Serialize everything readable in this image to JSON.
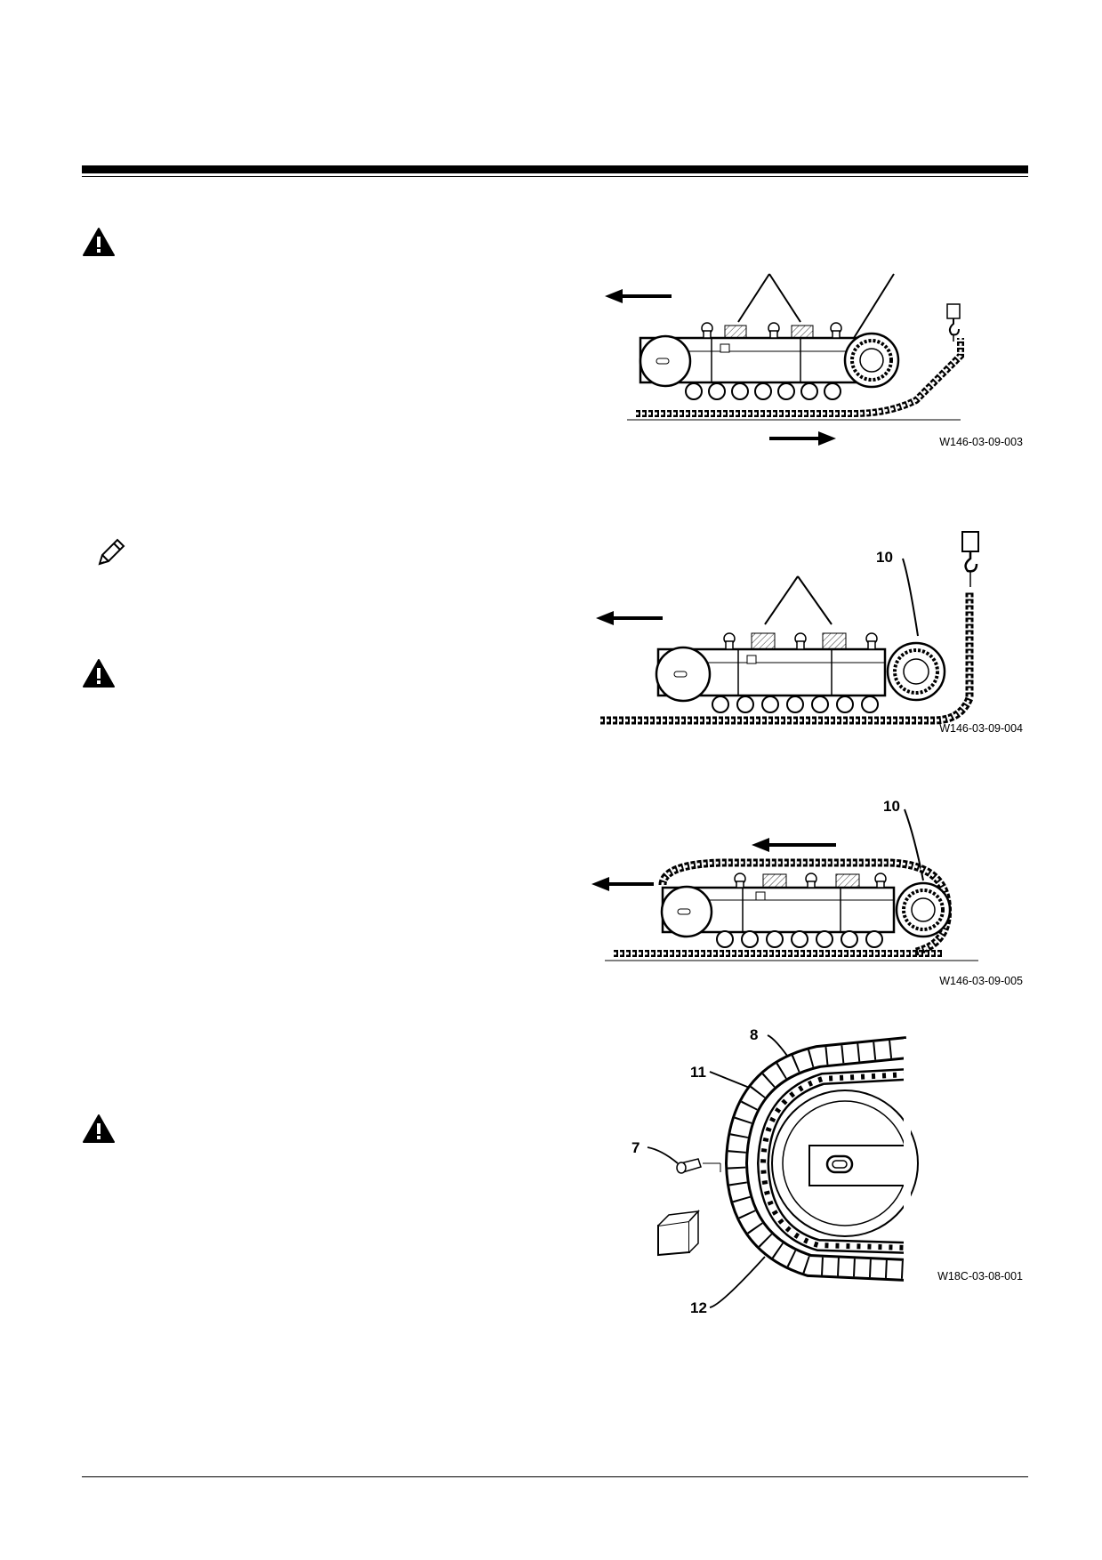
{
  "figures": [
    {
      "id": "W146-03-09-003",
      "callouts": []
    },
    {
      "id": "W146-03-09-004",
      "callouts": [
        "10"
      ]
    },
    {
      "id": "W146-03-09-005",
      "callouts": [
        "10"
      ]
    },
    {
      "id": "W18C-03-08-001",
      "callouts": [
        "8",
        "11",
        "7",
        "12"
      ]
    }
  ],
  "icons": {
    "warning": "warning-triangle-icon",
    "note": "pencil-note-icon"
  }
}
